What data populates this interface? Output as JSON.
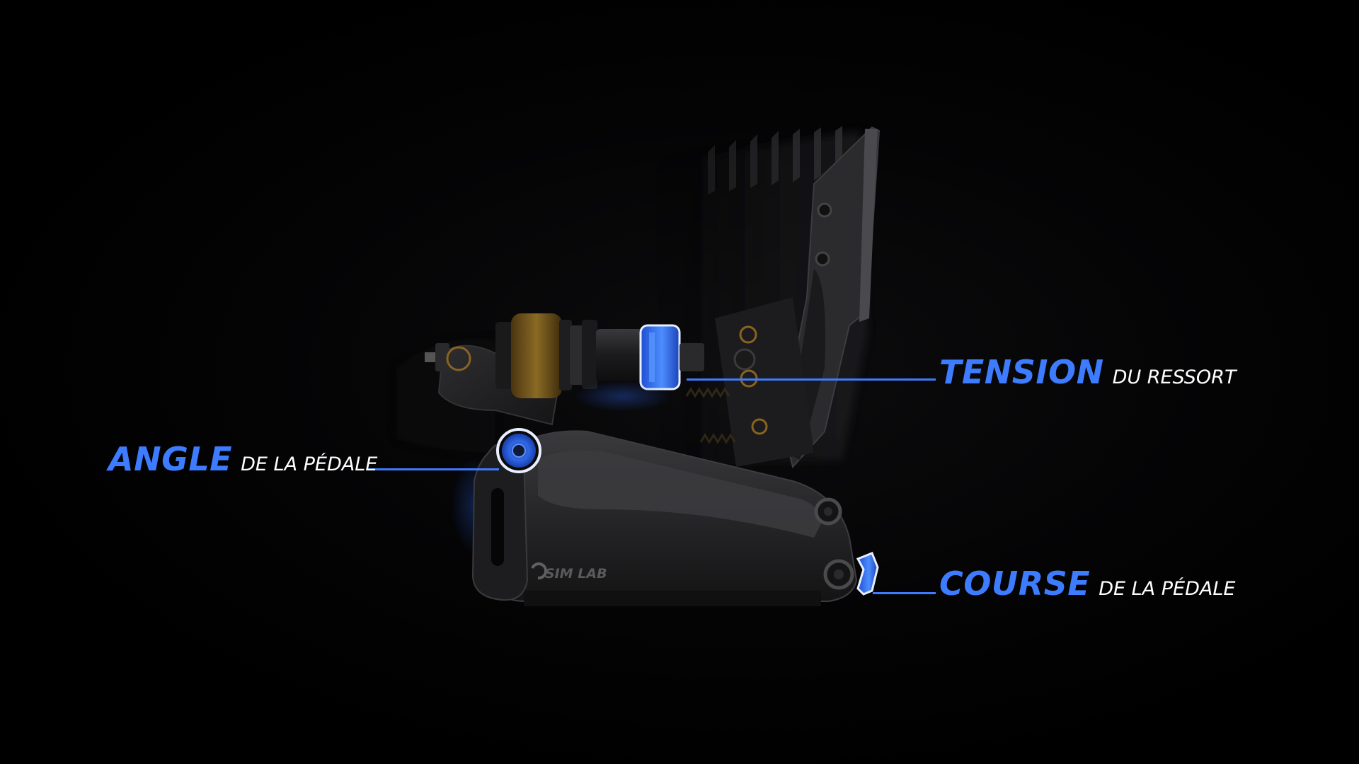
{
  "callouts": {
    "angle": {
      "main": "ANGLE",
      "sub": "DE LA PÉDALE"
    },
    "tension": {
      "main": "TENSION",
      "sub": "DU RESSORT"
    },
    "course": {
      "main": "COURSE",
      "sub": "DE LA PÉDALE"
    }
  },
  "brand": {
    "logo_text": "SIM LAB"
  },
  "colors": {
    "accent": "#3d7bff",
    "text": "#ffffff",
    "body_dark": "#242426",
    "brass": "#7a5a1c",
    "background": "#000000"
  }
}
